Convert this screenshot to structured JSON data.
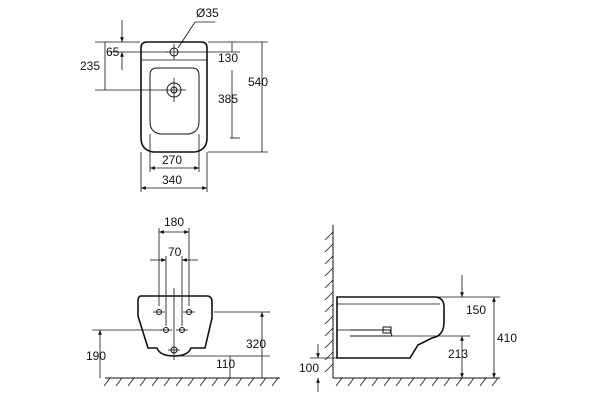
{
  "top_view": {
    "hole_diameter": "Ø35",
    "dim_hole_offset": "65",
    "dim_rim_to_drain": "235",
    "dim_top_to_hole": "130",
    "dim_hole_to_front": "385",
    "dim_total_depth": "540",
    "dim_inner_width": "270",
    "dim_outer_width": "340"
  },
  "rear_view": {
    "dim_outer_bolts": "180",
    "dim_inner_bolts": "70",
    "dim_drain_height": "190",
    "dim_bolt_height": "320",
    "dim_bottom_height": "110"
  },
  "side_view": {
    "dim_top_to_inlet": "150",
    "dim_overall_height": "410",
    "dim_inlet_to_floor": "213",
    "dim_floor_gap": "100"
  },
  "colors": {
    "line": "#111111",
    "background": "#ffffff"
  }
}
